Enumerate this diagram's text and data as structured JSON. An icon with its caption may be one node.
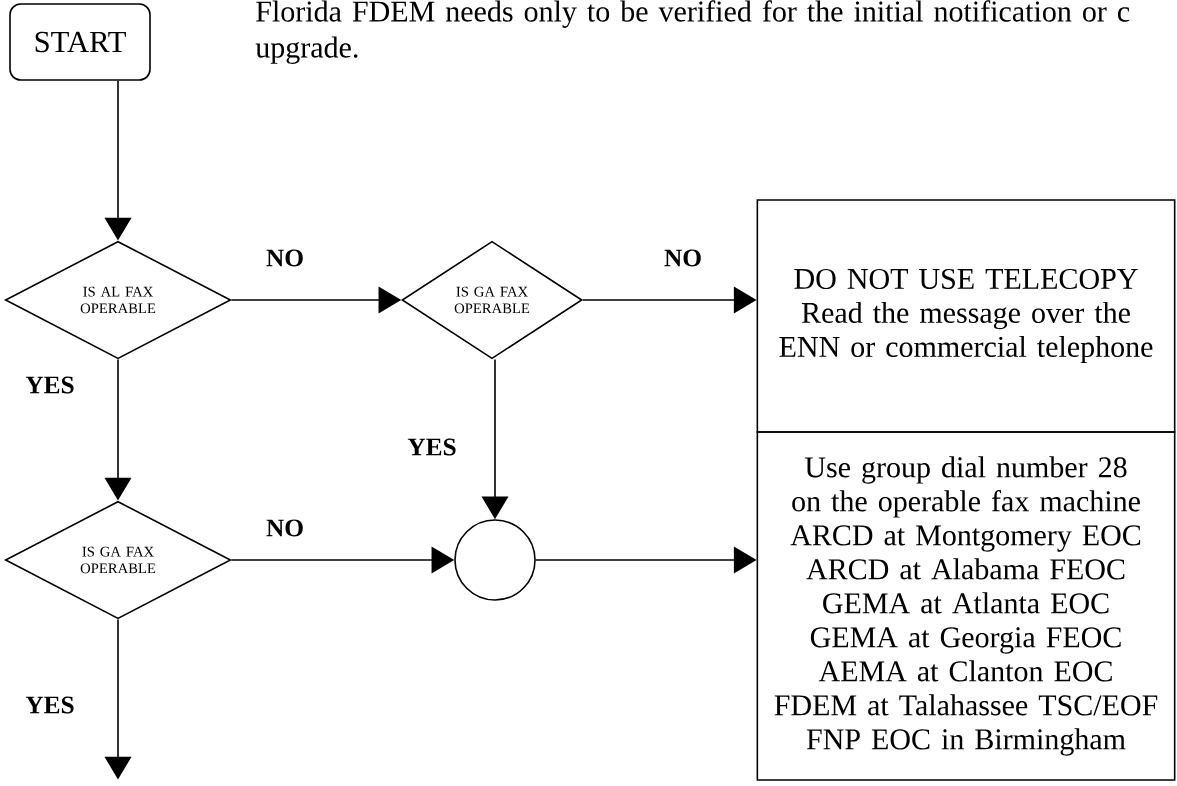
{
  "diagram": {
    "nodes": [
      {
        "text": [
          "START"
        ]
      },
      {
        "text": [
          "IS AL FAX OPERABLE"
        ]
      },
      {
        "text": [
          "IS GA FAX OPERABLE"
        ]
      },
      {
        "text": [
          "DO NOT USE TELECOPY",
          "Read the message over the ENN or commercial telephone"
        ]
      },
      {
        "text": [
          "Use group dial number 28 on the operable fax machine",
          "ARCD at Montgomery EOC",
          "ARCD at Alabama FEOC",
          "GEMA at Atlanta EOC",
          "GEMA at Georgia FEOC",
          "AEMA at Clanton EOC",
          "FDEM at Talahassee TSC/EOF",
          "FNP EOC in Birmingham"
        ]
      },
      {
        "text": [
          "IS GA FAX OPERABLE"
        ]
      },
      {
        "text": [],
        "shape": "circle"
      }
    ],
    "edges": [
      {
        "from": 0,
        "to": 1,
        "arrow": "to"
      },
      {
        "from": 1,
        "to": 2,
        "arrow": "to",
        "label": "NO"
      },
      {
        "from": 2,
        "to": 3,
        "arrow": "to",
        "label": "NO"
      },
      {
        "from": 1,
        "to": 5,
        "arrow": "to",
        "label": "YES"
      },
      {
        "from": 2,
        "to": 6,
        "arrow": "to",
        "label": "YES"
      },
      {
        "from": 5,
        "to": 6,
        "arrow": "to",
        "label": "NO"
      },
      {
        "from": 6,
        "to": 4,
        "arrow": "to"
      },
      {
        "from": 5,
        "to": null,
        "arrow": "to",
        "label": "YES"
      }
    ],
    "labels": [
      "Florida FDEM needs only to be verified for the initial notification or c upgrade."
    ]
  }
}
